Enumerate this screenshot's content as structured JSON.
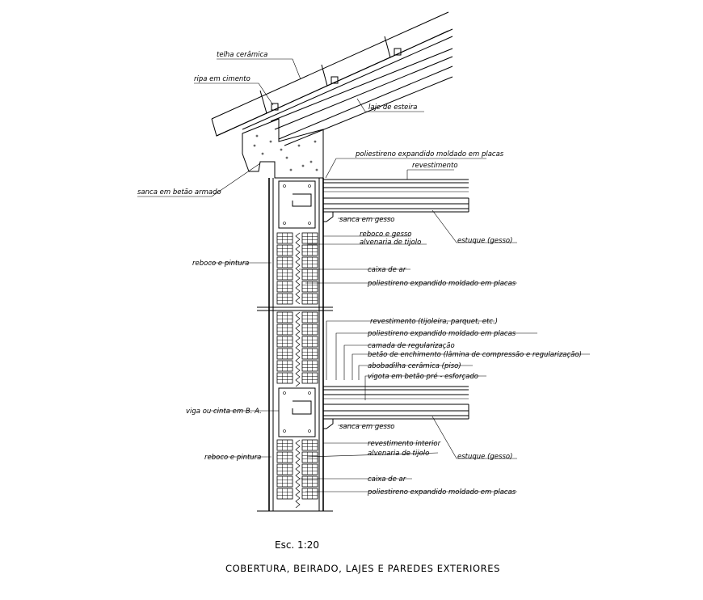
{
  "labels": {
    "telha": "telha cerâmica",
    "ripa": "ripa em cimento",
    "laje_esteira": "laje de esteira",
    "poliestireno_top": "poliestireno expandido moldado em placas",
    "revestimento_top": "revestimento",
    "sanca_betao": "sanca em betão armado",
    "sanca_gesso_1": "sanca em gesso",
    "reboco_gesso": "reboco e gesso",
    "alvenaria_1": "alvenaria de tijolo",
    "estuque_1": "estuque (gesso)",
    "reboco_pintura_1": "reboco e pintura",
    "caixa_ar_1": "caixa de ar",
    "poliestireno_1": "poliestireno expandido moldado em placas",
    "revestimento_piso": "revestimento (tijoleira, parquet, etc.)",
    "poliestireno_2": "poliestireno expandido moldado em placas",
    "camada_regularizacao": "camada de regularização",
    "betao_enchimento": "betão de enchimento (lâmina de compressão e regularização)",
    "abobadilha": "abobadilha cerâmica (piso)",
    "vigota": "vigota em betão pré - esforçado",
    "viga_cinta": "viga ou cinta em B. A.",
    "sanca_gesso_2": "sanca em gesso",
    "revestimento_interior": "revestimento interior",
    "reboco_pintura_2": "reboco e pintura",
    "alvenaria_2": "alvenaria de tijolo",
    "estuque_2": "estuque (gesso)",
    "caixa_ar_2": "caixa de ar",
    "poliestireno_3": "poliestireno expandido moldado em placas"
  },
  "scale": "Esc. 1:20",
  "title": "COBERTURA, BEIRADO, LAJES E PAREDES EXTERIORES"
}
